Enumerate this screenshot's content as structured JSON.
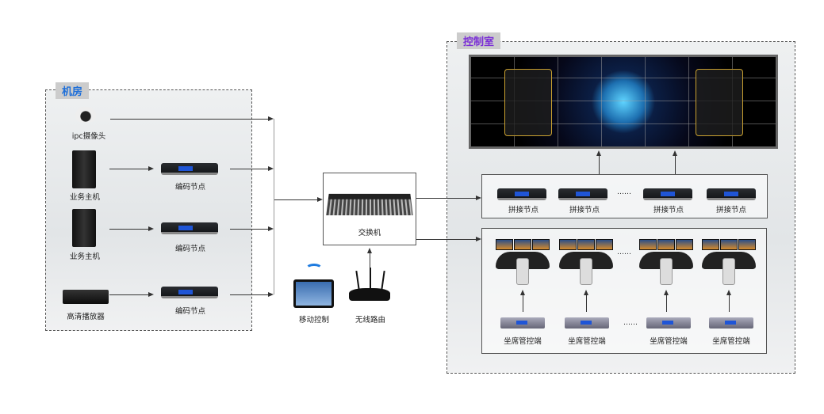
{
  "machine_room": {
    "title": "机房",
    "camera": "ipc摄像头",
    "host1": "业务主机",
    "host2": "业务主机",
    "player": "高清播放器",
    "encoder1": "编码节点",
    "encoder2": "编码节点",
    "encoder3": "编码节点"
  },
  "switch": {
    "label": "交换机"
  },
  "mobile": {
    "label": "移动控制"
  },
  "router": {
    "label": "无线路由"
  },
  "control_room": {
    "title": "控制室",
    "splice_nodes": [
      "拼接节点",
      "拼接节点",
      "拼接节点",
      "拼接节点"
    ],
    "seat_controllers": [
      "坐席管控端",
      "坐席管控端",
      "坐席管控端",
      "坐席管控端"
    ],
    "ellipsis": "……"
  },
  "colors": {
    "machine_room_title": "#1e6fd9",
    "control_room_title": "#7b2fd6"
  }
}
